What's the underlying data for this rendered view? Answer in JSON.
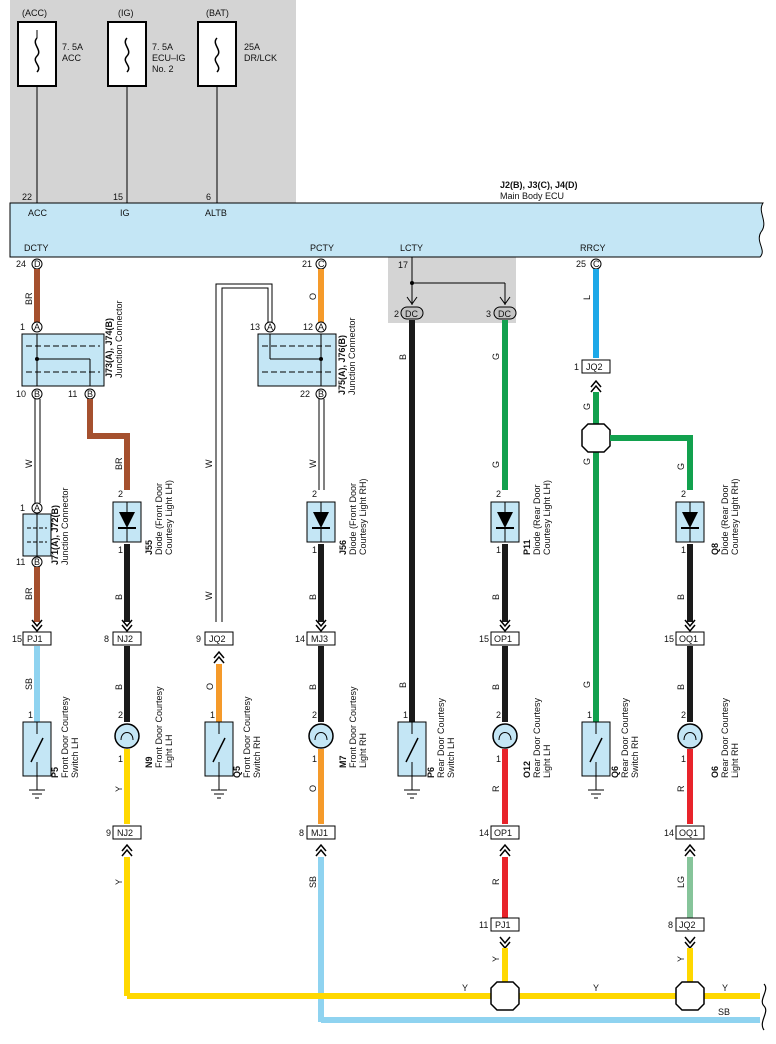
{
  "fuses": [
    {
      "source": "(ACC)",
      "rating": "7. 5A",
      "name1": "ACC",
      "name2": "",
      "pin": "22",
      "terminal": "ACC"
    },
    {
      "source": "(IG)",
      "rating": "7. 5A",
      "name1": "ECU–IG",
      "name2": "No. 2",
      "pin": "15",
      "terminal": "IG"
    },
    {
      "source": "(BAT)",
      "rating": "25A",
      "name1": "DR/LCK",
      "name2": "",
      "pin": "6",
      "terminal": "ALTB"
    }
  ],
  "ecu": {
    "code": "J2(B), J3(C), J4(D)",
    "name": "Main Body ECU",
    "outputs": [
      {
        "terminal": "DCTY",
        "pin": "24",
        "conn": "D"
      },
      {
        "terminal": "PCTY",
        "pin": "21",
        "conn": "C"
      },
      {
        "terminal": "LCTY",
        "pin": "17",
        "conn": ""
      },
      {
        "terminal": "RRCY",
        "pin": "25",
        "conn": "C"
      }
    ]
  },
  "dc": {
    "pin_left": "2",
    "pin_right": "3",
    "label": "DC"
  },
  "junctions": {
    "j73": {
      "code": "J73(A), J74(B)",
      "name": "Junction Connector",
      "pin_a": "1",
      "conn_a": "A",
      "pin_b1": "10",
      "conn_b1": "B",
      "pin_b2": "11",
      "conn_b2": "B"
    },
    "j75": {
      "code": "J75(A), J76(B)",
      "name": "Junction Connector",
      "pin_a1": "13",
      "conn_a1": "A",
      "pin_a2": "12",
      "conn_a2": "A",
      "pin_b": "22",
      "conn_b": "B"
    },
    "j71": {
      "code": "J71(A), J72(B)",
      "name": "Junction Connector",
      "pin_a": "1",
      "conn_a": "A",
      "pin_b": "11",
      "conn_b": "B"
    }
  },
  "diodes": [
    {
      "code": "J55",
      "name1": "Diode (Front Door",
      "name2": "Courtesy Light LH)",
      "pin_top": "2",
      "pin_bot": "1"
    },
    {
      "code": "J56",
      "name1": "Diode (Front Door",
      "name2": "Courtesy Light RH)",
      "pin_top": "2",
      "pin_bot": "1"
    },
    {
      "code": "P11",
      "name1": "Diode (Rear Door",
      "name2": "Courtesy Light LH)",
      "pin_top": "2",
      "pin_bot": "1"
    },
    {
      "code": "Q8",
      "name1": "Diode (Rear Door",
      "name2": "Courtesy Light RH)",
      "pin_top": "2",
      "pin_bot": "1"
    }
  ],
  "connectors": [
    {
      "pin": "15",
      "name": "PJ1"
    },
    {
      "pin": "8",
      "name": "NJ2"
    },
    {
      "pin": "9",
      "name": "JQ2"
    },
    {
      "pin": "14",
      "name": "MJ3"
    },
    {
      "pin": "15",
      "name": "OP1"
    },
    {
      "pin": "15",
      "name": "OQ1"
    },
    {
      "pin": "1",
      "name": "JQ2"
    },
    {
      "pin": "9",
      "name": "NJ2"
    },
    {
      "pin": "8",
      "name": "MJ1"
    },
    {
      "pin": "14",
      "name": "OP1"
    },
    {
      "pin": "14",
      "name": "OQ1"
    },
    {
      "pin": "11",
      "name": "PJ1"
    },
    {
      "pin": "8",
      "name": "JQ2"
    }
  ],
  "switches": [
    {
      "code": "P5",
      "name1": "Front Door Courtesy",
      "name2": "Switch LH",
      "pin": "1"
    },
    {
      "code": "Q5",
      "name1": "Front Door Courtesy",
      "name2": "Switch RH",
      "pin": "1"
    },
    {
      "code": "P6",
      "name1": "Rear Door Courtesy",
      "name2": "Switch LH",
      "pin": "1"
    },
    {
      "code": "Q6",
      "name1": "Rear Door Courtesy",
      "name2": "Switch RH",
      "pin": "1"
    }
  ],
  "lights": [
    {
      "code": "N9",
      "name1": "Front Door Courtesy",
      "name2": "Light LH",
      "pin_top": "2",
      "pin_bot": "1"
    },
    {
      "code": "M7",
      "name1": "Front Door Courtesy",
      "name2": "Light RH",
      "pin_top": "2",
      "pin_bot": "1"
    },
    {
      "code": "O12",
      "name1": "Rear Door Courtesy",
      "name2": "Light LH",
      "pin_top": "2",
      "pin_bot": "1"
    },
    {
      "code": "O6",
      "name1": "Rear Door Courtesy",
      "name2": "Light RH",
      "pin_top": "2",
      "pin_bot": "1"
    }
  ],
  "wire_colors": {
    "br": "BR",
    "w": "W",
    "b": "B",
    "o": "O",
    "g": "G",
    "l": "L",
    "sb": "SB",
    "y": "Y",
    "r": "R",
    "lg": "LG"
  },
  "colors": {
    "ecu_fill": "#c4e6f5",
    "shade": "#d4d4d4",
    "brown": "#a5502e",
    "orange": "#f59a2a",
    "black": "#1a1a1a",
    "green": "#12a14e",
    "blue": "#1da8e8",
    "skyblue": "#8fd3f0",
    "yellow": "#ffd800",
    "red": "#e8232a",
    "lightgreen": "#86c49a",
    "white_wire": "#ffffff"
  }
}
